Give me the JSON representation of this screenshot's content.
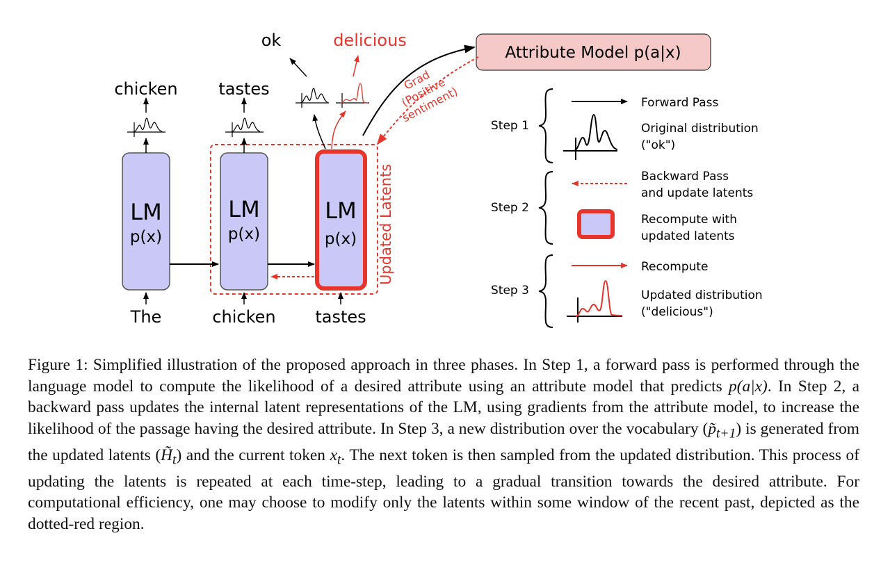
{
  "colors": {
    "lm_fill": "#c9c8f6",
    "lm_stroke": "#555555",
    "red": "#e8352b",
    "attr_fill": "#f6c9c9",
    "black": "#000000"
  },
  "lm_blocks": [
    {
      "title": "LM",
      "subtitle": "p(x)"
    },
    {
      "title": "LM",
      "subtitle": "p(x)"
    },
    {
      "title": "LM",
      "subtitle": "p(x)"
    }
  ],
  "input_tokens": [
    "The",
    "chicken",
    "tastes"
  ],
  "output_tokens": [
    "chicken",
    "tastes"
  ],
  "branch_outputs": {
    "original": "ok",
    "updated": "delicious"
  },
  "attribute_model": {
    "label": "Attribute Model p(a|x)"
  },
  "grad_label": [
    "Grad",
    "(Positive",
    "sentiment)"
  ],
  "updated_latents_label": "Updated Latents",
  "legend": {
    "steps": [
      {
        "label": "Step 1",
        "items": [
          {
            "icon": "black-arrow-icon",
            "text": [
              "Forward Pass"
            ]
          },
          {
            "icon": "black-distribution-icon",
            "text": [
              "Original distribution",
              "(\"ok\")"
            ]
          }
        ]
      },
      {
        "label": "Step 2",
        "items": [
          {
            "icon": "red-dashed-arrow-icon",
            "text": [
              "Backward Pass",
              "and update latents"
            ]
          },
          {
            "icon": "red-box-icon",
            "text": [
              "Recompute with",
              "updated latents"
            ]
          }
        ]
      },
      {
        "label": "Step 3",
        "items": [
          {
            "icon": "red-arrow-icon",
            "text": [
              "Recompute"
            ]
          },
          {
            "icon": "red-distribution-icon",
            "text": [
              "Updated distribution",
              "(\"delicious\")"
            ]
          }
        ]
      }
    ]
  },
  "caption": {
    "label": "Figure 1:",
    "seg1": " Simplified illustration of the proposed approach in three phases. In Step 1, a forward pass is performed through the language model to compute the likelihood of a desired attribute using an attribute model that predicts ",
    "math1": "p(a|x)",
    "seg2": ". In Step 2, a backward pass updates the internal latent representations of the LM, using gradients from the attribute model, to increase the likelihood of the passage having the desired attribute. In Step 3, a new distribution over the vocabulary (",
    "math2": "p̃",
    "math2_sub": "t+1",
    "seg3": ") is generated from the updated latents (",
    "math3": "H̃",
    "math3_sub": "t",
    "seg4": ") and the current token ",
    "math4": "x",
    "math4_sub": "t",
    "seg5": ". The next token is then sampled from the updated distribution. This process of updating the latents is repeated at each time-step, leading to a gradual transition towards the desired attribute. For computational efficiency, one may choose to modify only the latents within some window of the recent past, depicted as the dotted-red region."
  }
}
